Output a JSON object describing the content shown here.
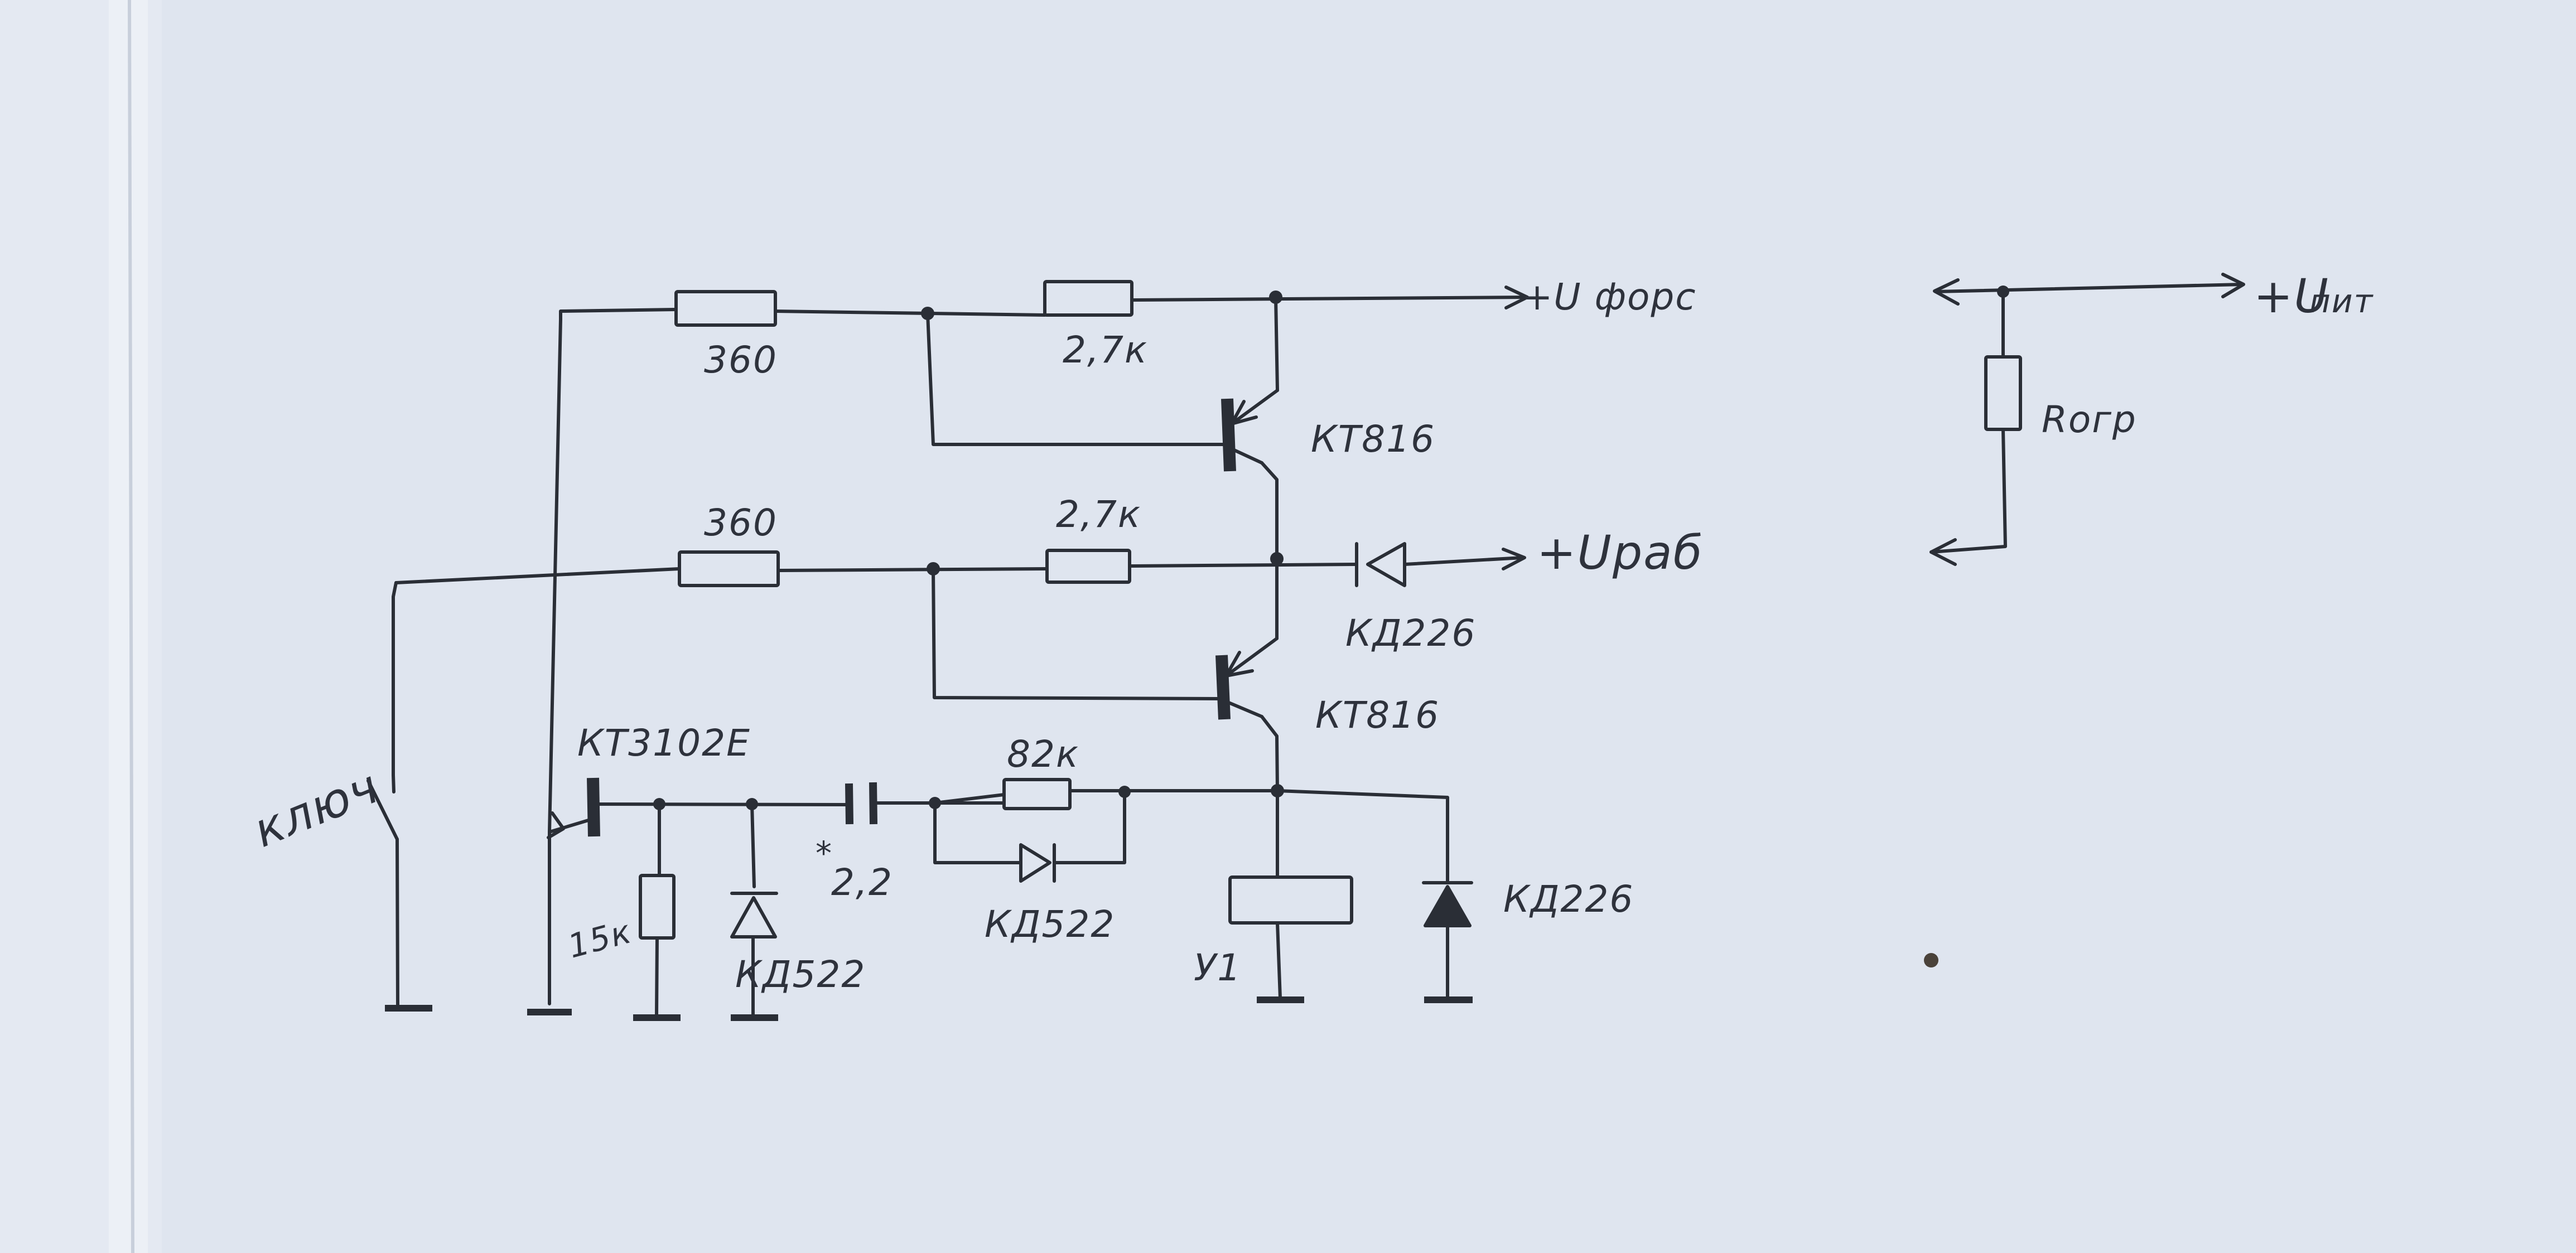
{
  "paper": {
    "background": "#dfe5ef",
    "ink": "#2a2e36"
  },
  "labels": {
    "r_top_left": "360",
    "r_top_right": "2,7к",
    "supply_forced": "+U форс",
    "q_top": "КТ816",
    "r_mid_left": "360",
    "r_mid_right": "2,7к",
    "supply_work": "+Uраб",
    "d_mid": "КД226",
    "q_mid": "КТ816",
    "q_input": "КТ3102Е",
    "r_series": "82к",
    "switch": "ключ",
    "cap_mark": "*",
    "cap": "2,2",
    "d_parallel": "КД522",
    "r_bias": "15к",
    "d_zener": "КД522",
    "coil": "У1",
    "d_clamp": "КД226",
    "supply_right": "+U",
    "supply_right_sub": "пит",
    "r_limit": "Rогр"
  }
}
